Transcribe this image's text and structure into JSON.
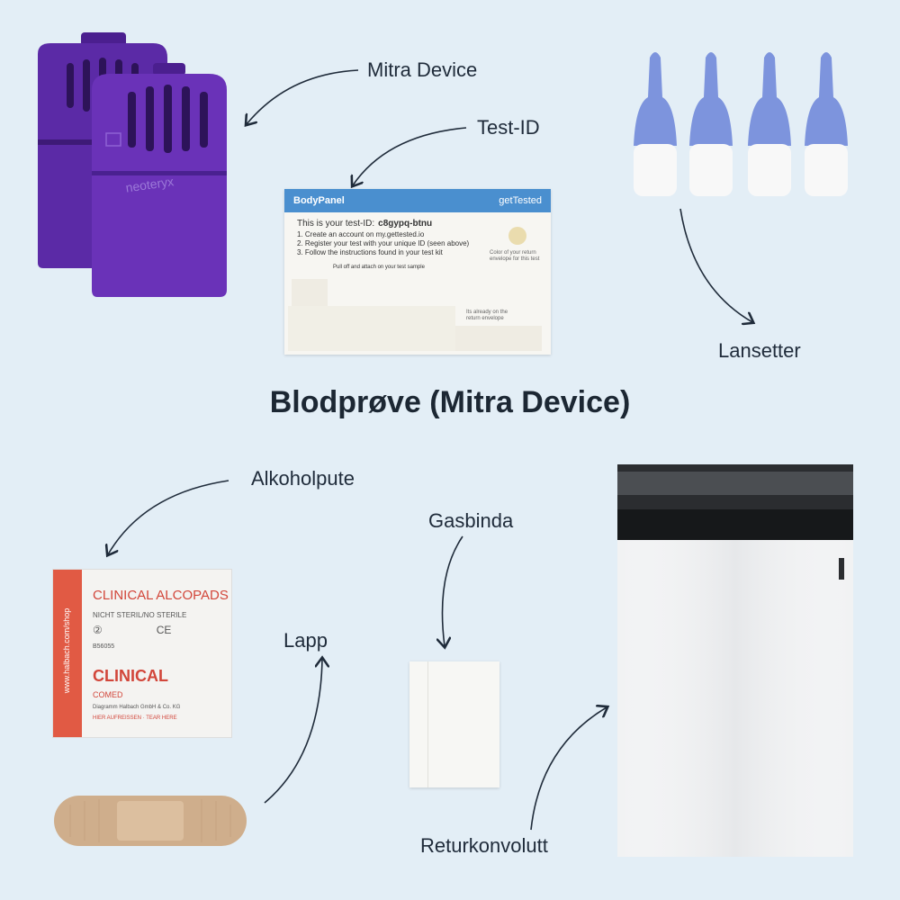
{
  "title": "Blodprøve (Mitra Device)",
  "labels": {
    "mitra": "Mitra Device",
    "test_id": "Test-ID",
    "lansetter": "Lansetter",
    "alkoholpute": "Alkoholpute",
    "gasbinda": "Gasbinda",
    "lapp": "Lapp",
    "returkonvolutt": "Returkonvolutt"
  },
  "mitra_brand": "neoteryx",
  "card": {
    "brand": "BodyPanel",
    "partner": "getTested",
    "id_prompt": "This is your test-ID:",
    "id_value": "c8gypq-btnu",
    "steps": [
      "1. Create an account on my.gettested.io",
      "2. Register your test with your unique ID (seen above)",
      "3. Follow the instructions found in your test kit"
    ],
    "peel_note": "Pull off and attach on your test sample",
    "color_note": "Color of your return envelope for this test",
    "envelope_note": "Its already on the return envelope"
  },
  "pad": {
    "side_text": "www.halbach.com/shop",
    "title": "CLINICAL ALCOPADS",
    "sterile": "NICHT STERIL/NO STERILE",
    "ref": "B56055",
    "brand": "CLINICAL",
    "sub": "COMED",
    "maker": "Diagramm Halbach GmbH & Co. KG",
    "tear": "HIER AUFREISSEN · TEAR HERE"
  },
  "colors": {
    "background": "#e3eef6",
    "mitra": "#6a32b8",
    "lancet_top": "#7d94dd",
    "card_header": "#4a8fcf",
    "pad_red": "#e15a44"
  }
}
